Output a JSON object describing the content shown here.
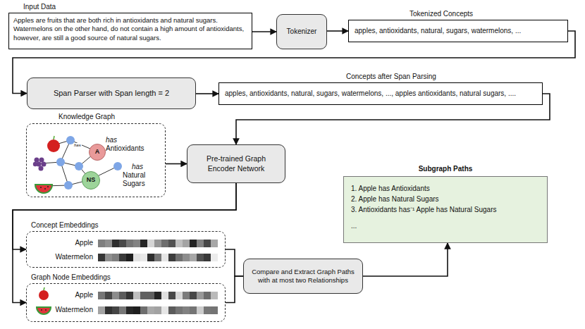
{
  "diagram": {
    "nodes": [
      {
        "text": [
          "Input Data",
          "Apples are fruits that are both rich in antioxidants and natural sugars. Watermelons on the other hand, do not contain a high amount of antioxidants, however, are still a good source of natural sugars."
        ]
      },
      {
        "text": [
          "Tokenizer"
        ]
      },
      {
        "text": [
          "Tokenized Concepts",
          "apples, antioxidants, natural, sugars, watermelons, ..."
        ]
      },
      {
        "text": [
          "Span Parser with Span length = 2"
        ]
      },
      {
        "text": [
          "Concepts after Span Parsing",
          "apples, antioxidants, natural, sugars, watermelons, ..., apples antioxidants, natural sugars, ...."
        ]
      },
      {
        "text": [
          "Knowledge Graph"
        ]
      },
      {
        "text": [
          "A"
        ],
        "in": 5
      },
      {
        "text": [
          "NS"
        ],
        "in": 5
      },
      {
        "text": [
          "Pre-trained Graph Encoder Network"
        ]
      },
      {
        "text": [
          "Subgraph Paths",
          "1. Apple has Antioxidants",
          "2. Apple has Natural Sugars",
          "3. Antioxidants has⁻¹ Apple has Natural Sugars",
          "..."
        ]
      },
      {
        "text": [
          "Concept Embeddings",
          "Apple",
          "Watermelon"
        ]
      },
      {
        "text": [
          "Graph Node Embeddings",
          "Apple",
          "Watermelon"
        ]
      },
      {
        "text": [
          "Compare and Extract Graph Paths with at most two Relationships"
        ]
      }
    ],
    "edges": [
      {
        "from": 0,
        "to": 1,
        "arrow": "to"
      },
      {
        "from": 1,
        "to": 2,
        "arrow": "to"
      },
      {
        "from": 2,
        "to": 3,
        "arrow": "to"
      },
      {
        "from": 3,
        "to": 4,
        "arrow": "to"
      },
      {
        "from": 4,
        "to": 8,
        "arrow": "to"
      },
      {
        "from": 5,
        "to": 8,
        "arrow": "to"
      },
      {
        "from": 8,
        "to": 10,
        "arrow": "to"
      },
      {
        "from": 8,
        "to": 11,
        "arrow": "to"
      },
      {
        "from": 10,
        "to": 12,
        "arrow": "none"
      },
      {
        "from": 11,
        "to": 12,
        "arrow": "none"
      },
      {
        "from": 12,
        "to": 9,
        "arrow": "to"
      }
    ],
    "labels": [
      "has",
      "Antioxidants",
      "has",
      "Natural Sugars",
      "has"
    ]
  }
}
